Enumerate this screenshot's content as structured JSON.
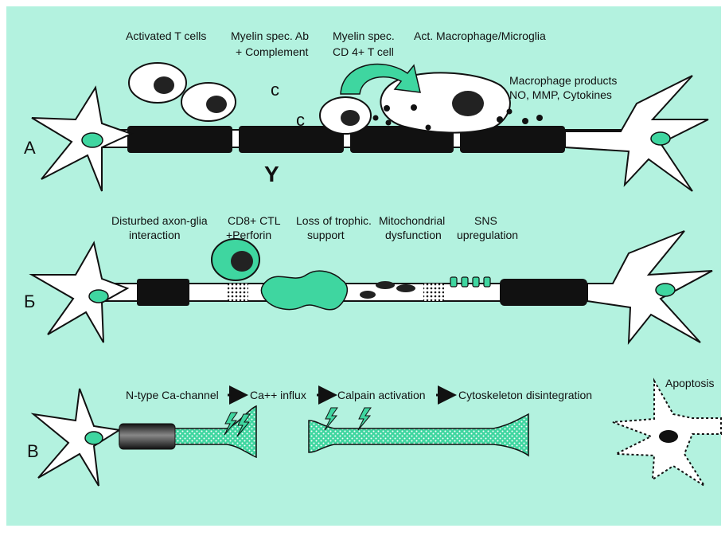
{
  "colors": {
    "background": "#b3f2df",
    "accent": "#3fd6a0",
    "dark": "#111111",
    "cell": "#ffffff"
  },
  "panel_a": {
    "letter": "A",
    "labels": {
      "activated_t_cells": "Activated  T cells",
      "myelin_ab_1": "Myelin spec. Ab",
      "myelin_ab_2": "+ Complement",
      "myelin_cd4_1": "Myelin spec.",
      "myelin_cd4_2": "CD 4+ T  cell",
      "macrophage": "Act. Macrophage/Microglia",
      "macro_products_1": "Macrophage products",
      "macro_products_2": "NO, MMP,  Cytokines",
      "complement_c": "c",
      "antibody_y": "Y"
    }
  },
  "panel_b": {
    "letter": "Б",
    "labels": {
      "axon_glia_1": "Disturbed axon-glia",
      "axon_glia_2": "interaction",
      "cd8_1": "CD8+ CTL",
      "cd8_2": "+Perforin",
      "trophic_1": "Loss of trophic.",
      "trophic_2": "support",
      "mito_1": "Mitochondrial",
      "mito_2": "dysfunction",
      "sns_1": "SNS",
      "sns_2": "upregulation"
    }
  },
  "panel_v": {
    "letter": "В",
    "labels": {
      "step1": "N-type Ca-channel",
      "step2": "Ca++ influx",
      "step3": "Calpain  activation",
      "step4": "Cytoskeleton disintegration",
      "apoptosis": "Apoptosis"
    }
  }
}
